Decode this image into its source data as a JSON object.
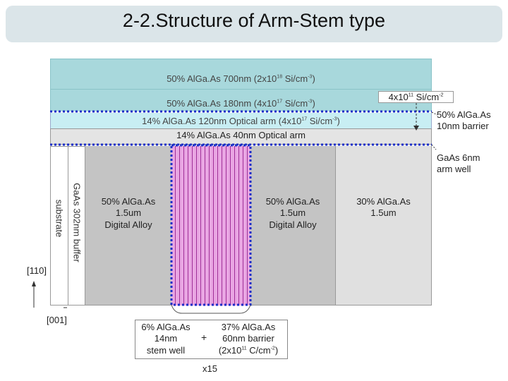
{
  "title": "2-2.Structure of Arm-Stem type",
  "layers": {
    "top_700": {
      "text": "50% AlGa.As 700nm  (2x10",
      "sup": "18",
      "unit": " Si/cm",
      "sup2": "-3",
      "end": ")"
    },
    "top_180": {
      "text": "50% AlGa.As 180nm  (4x10",
      "sup": "17",
      "unit": " Si/cm",
      "sup2": "-3",
      "end": ")"
    },
    "arm_120": {
      "text": "14% AlGa.As 120nm Optical arm (4x10",
      "sup": "17",
      "unit": " Si/cm",
      "sup2": "-3",
      "end": ")"
    },
    "arm_40": "14% AlGa.As 40nm Optical arm"
  },
  "doping_box": {
    "text": "4x10",
    "sup": "11",
    "unit": " Si/cm",
    "sup2": "-2"
  },
  "right_labels": {
    "barrier": [
      "50% AlGa.As",
      "10nm barrier"
    ],
    "well": [
      "GaAs 6nm",
      "arm well"
    ]
  },
  "columns": {
    "substrate": "substrate",
    "buffer": "GaAs 302nm buffer",
    "left_alloy": [
      "50% AlGa.As",
      "1.5um",
      "Digital Alloy"
    ],
    "right_alloy": [
      "50% AlGa.As",
      "1.5um",
      "Digital Alloy"
    ],
    "far_right": [
      "30% AlGa.As",
      "1.5um"
    ]
  },
  "axes": {
    "vertical": "[110]",
    "horizontal": "[001]"
  },
  "stem_box": {
    "left": [
      "6% AlGa.As",
      "14nm",
      "stem well"
    ],
    "plus": "+",
    "right": [
      "37% AlGa.As",
      "60nm barrier"
    ],
    "right_doping": {
      "text": "(2x10",
      "sup": "11",
      "unit": " C/cm",
      "sup2": "-2",
      "end": ")"
    }
  },
  "repeat": "x15",
  "colors": {
    "top_teal": "#a8d8dc",
    "light_cyan": "#c8eef3",
    "alloy_gray": "#c4c4c4",
    "light_gray": "#e0e0e0",
    "stem_pink": "#e59ddf",
    "stem_line": "#a02f98",
    "dotted_blue": "#1a2ec8"
  }
}
